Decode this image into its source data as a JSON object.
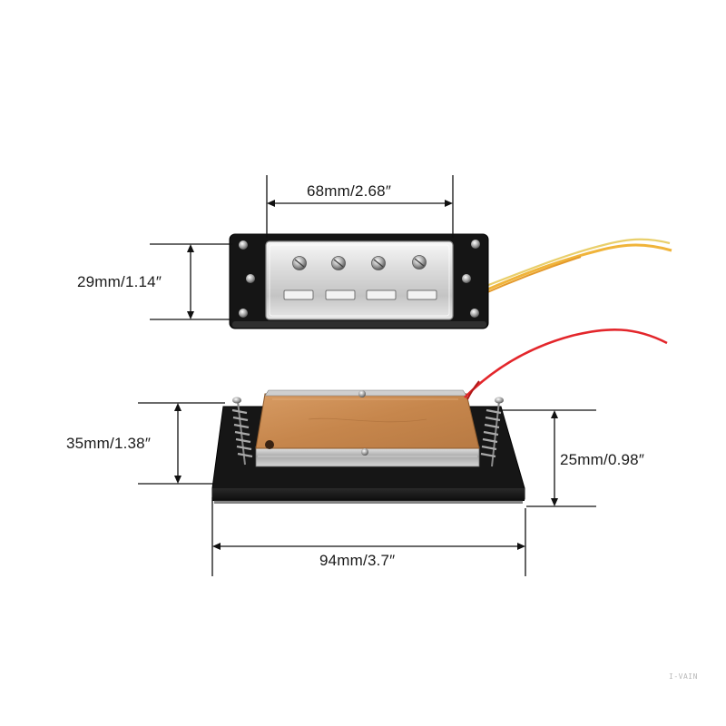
{
  "dimensions": {
    "top_width": "68mm/2.68″",
    "top_height": "29mm/1.14″",
    "bottom_height": "35mm/1.38″",
    "bottom_inner_height": "25mm/0.98″",
    "bottom_width": "94mm/3.7″"
  },
  "watermark": "I-VAIN",
  "colors": {
    "frame": "#161616",
    "chrome": "#d9d9d9",
    "copper": "#c8884e",
    "wire_yellow": "#f2b93a",
    "wire_red": "#e3262b",
    "dimension_line": "#111111"
  }
}
